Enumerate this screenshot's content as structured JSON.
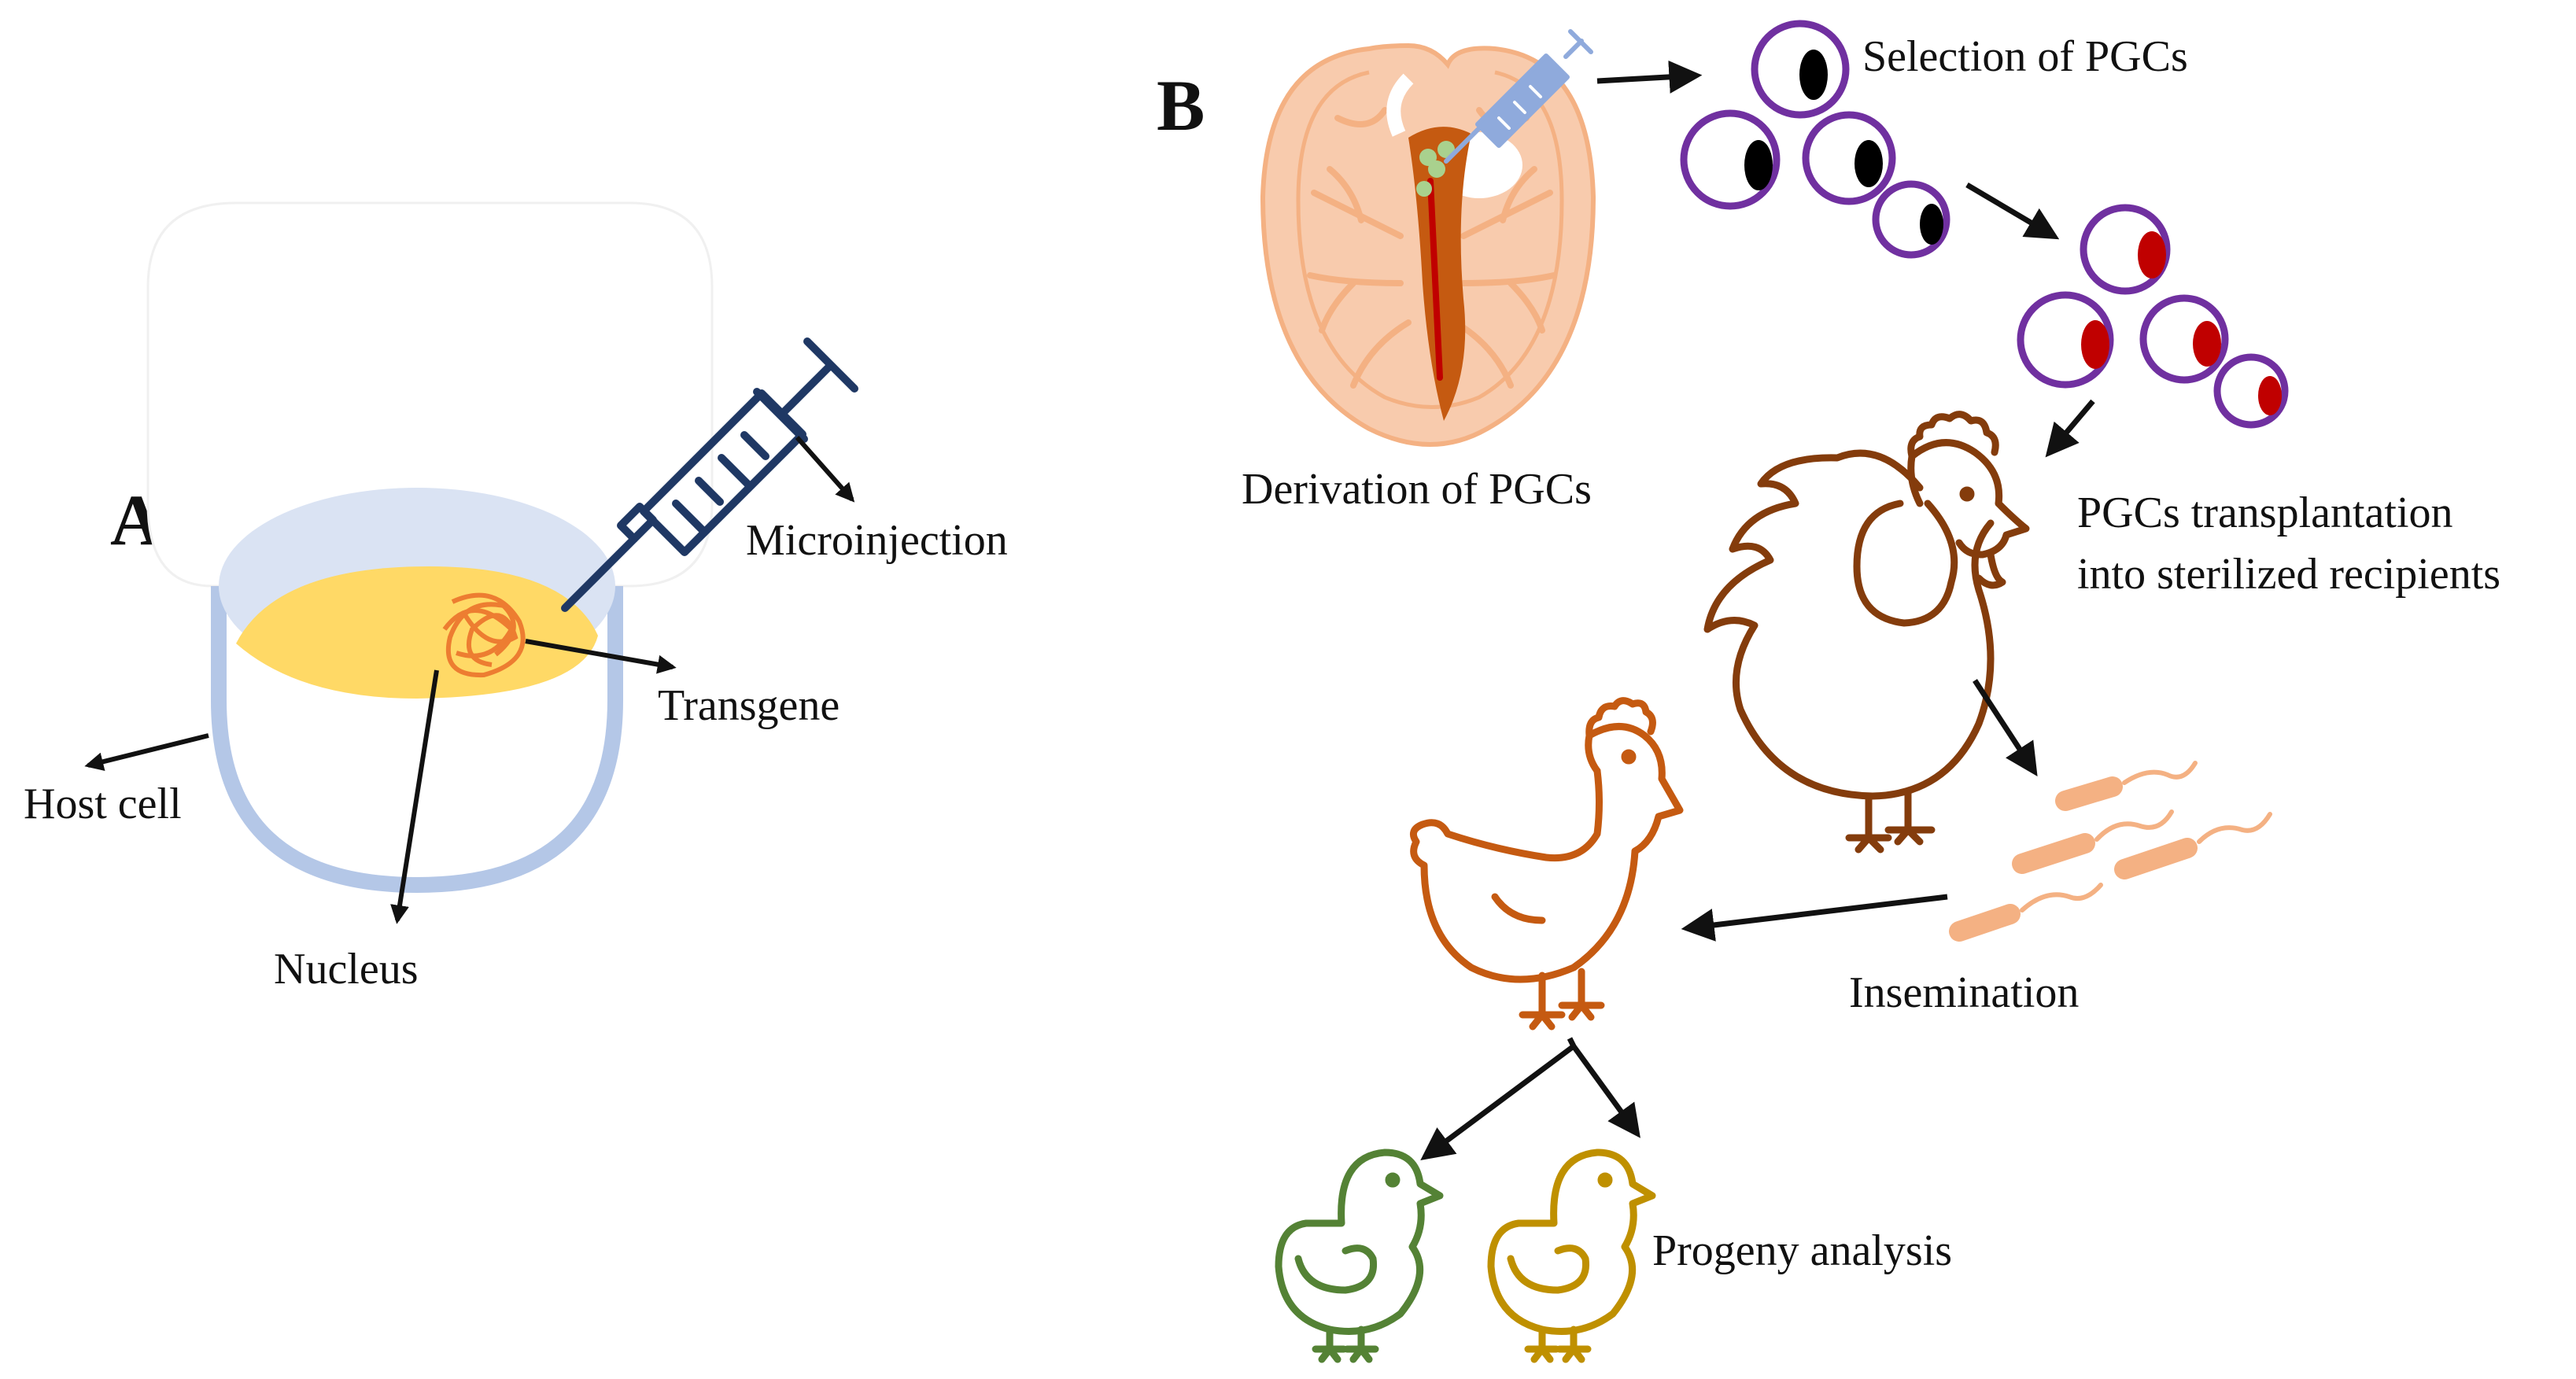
{
  "panel_a": {
    "label": "A",
    "labels": {
      "microinjection": "Microinjection",
      "transgene": "Transgene",
      "host_cell": "Host cell",
      "nucleus": "Nucleus"
    }
  },
  "panel_b": {
    "label": "B",
    "labels": {
      "derivation": "Derivation of PGCs",
      "selection": "Selection of PGCs",
      "transplantation_line1": "PGCs transplantation",
      "transplantation_line2": "into sterilized recipients",
      "insemination": "Insemination",
      "progeny": "Progeny analysis"
    }
  },
  "colors": {
    "syringe": "#1f3864",
    "syringe_b": "#8faadc",
    "cell_outline": "#b4c7e7",
    "cell_fill": "#dae3f3",
    "cytoplasm": "#ffd966",
    "dna": "#ed7d31",
    "embryo": "#f8cbad",
    "embryo_vessels": "#f4b183",
    "streak": "#c55a11",
    "streak_line": "#c00000",
    "pgc_outline": "#7030a0",
    "pgc_nucleus_selected": "#000000",
    "pgc_nucleus_marked": "#c00000",
    "rooster": "#843c0c",
    "hen": "#c55a11",
    "sperm": "#f4b183",
    "chick_green": "#548235",
    "chick_yellow": "#bf9000",
    "arrow": "#111111"
  }
}
